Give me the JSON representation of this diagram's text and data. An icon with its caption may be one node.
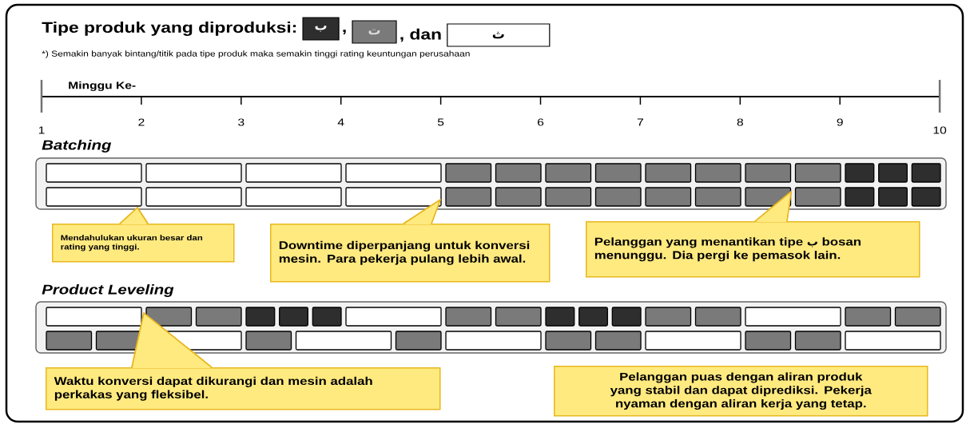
{
  "diagram": {
    "title": "Tipe produk yang diproduksi:",
    "nodes": [
      {
        "text": [
          "ب"
        ]
      },
      {
        "text": [
          "ت"
        ]
      },
      {
        "text": [
          "ث"
        ]
      },
      {
        "text": [
          "Mendahulukan ukuran besar dan rating yang tinggi."
        ]
      },
      {
        "text": [
          "Downtime diperpanjang untuk konversi mesin. Para pekerja pulang lebih awal."
        ]
      },
      {
        "text": [
          "Pelanggan yang menantikan tipe ب bosan menunggu. Dia pergi ke pemasok lain."
        ]
      },
      {
        "text": [
          "Waktu konversi dapat dikurangi dan mesin adalah perkakas yang fleksibel."
        ]
      },
      {
        "text": [
          "Pelanggan puas dengan aliran produk yang stabil dan dapat diprediksi. Pekerja nyaman dengan aliran kerja yang tetap."
        ]
      }
    ],
    "labels": [
      ",",
      ", dan",
      "*) Semakin banyak bintang/titik pada tipe produk maka semakin tinggi rating keuntungan perusahaan",
      "Minggu Ke-",
      "1",
      "2",
      "3",
      "4",
      "5",
      "6",
      "7",
      "8",
      "9",
      "10",
      "Batching",
      "Product Leveling"
    ]
  }
}
